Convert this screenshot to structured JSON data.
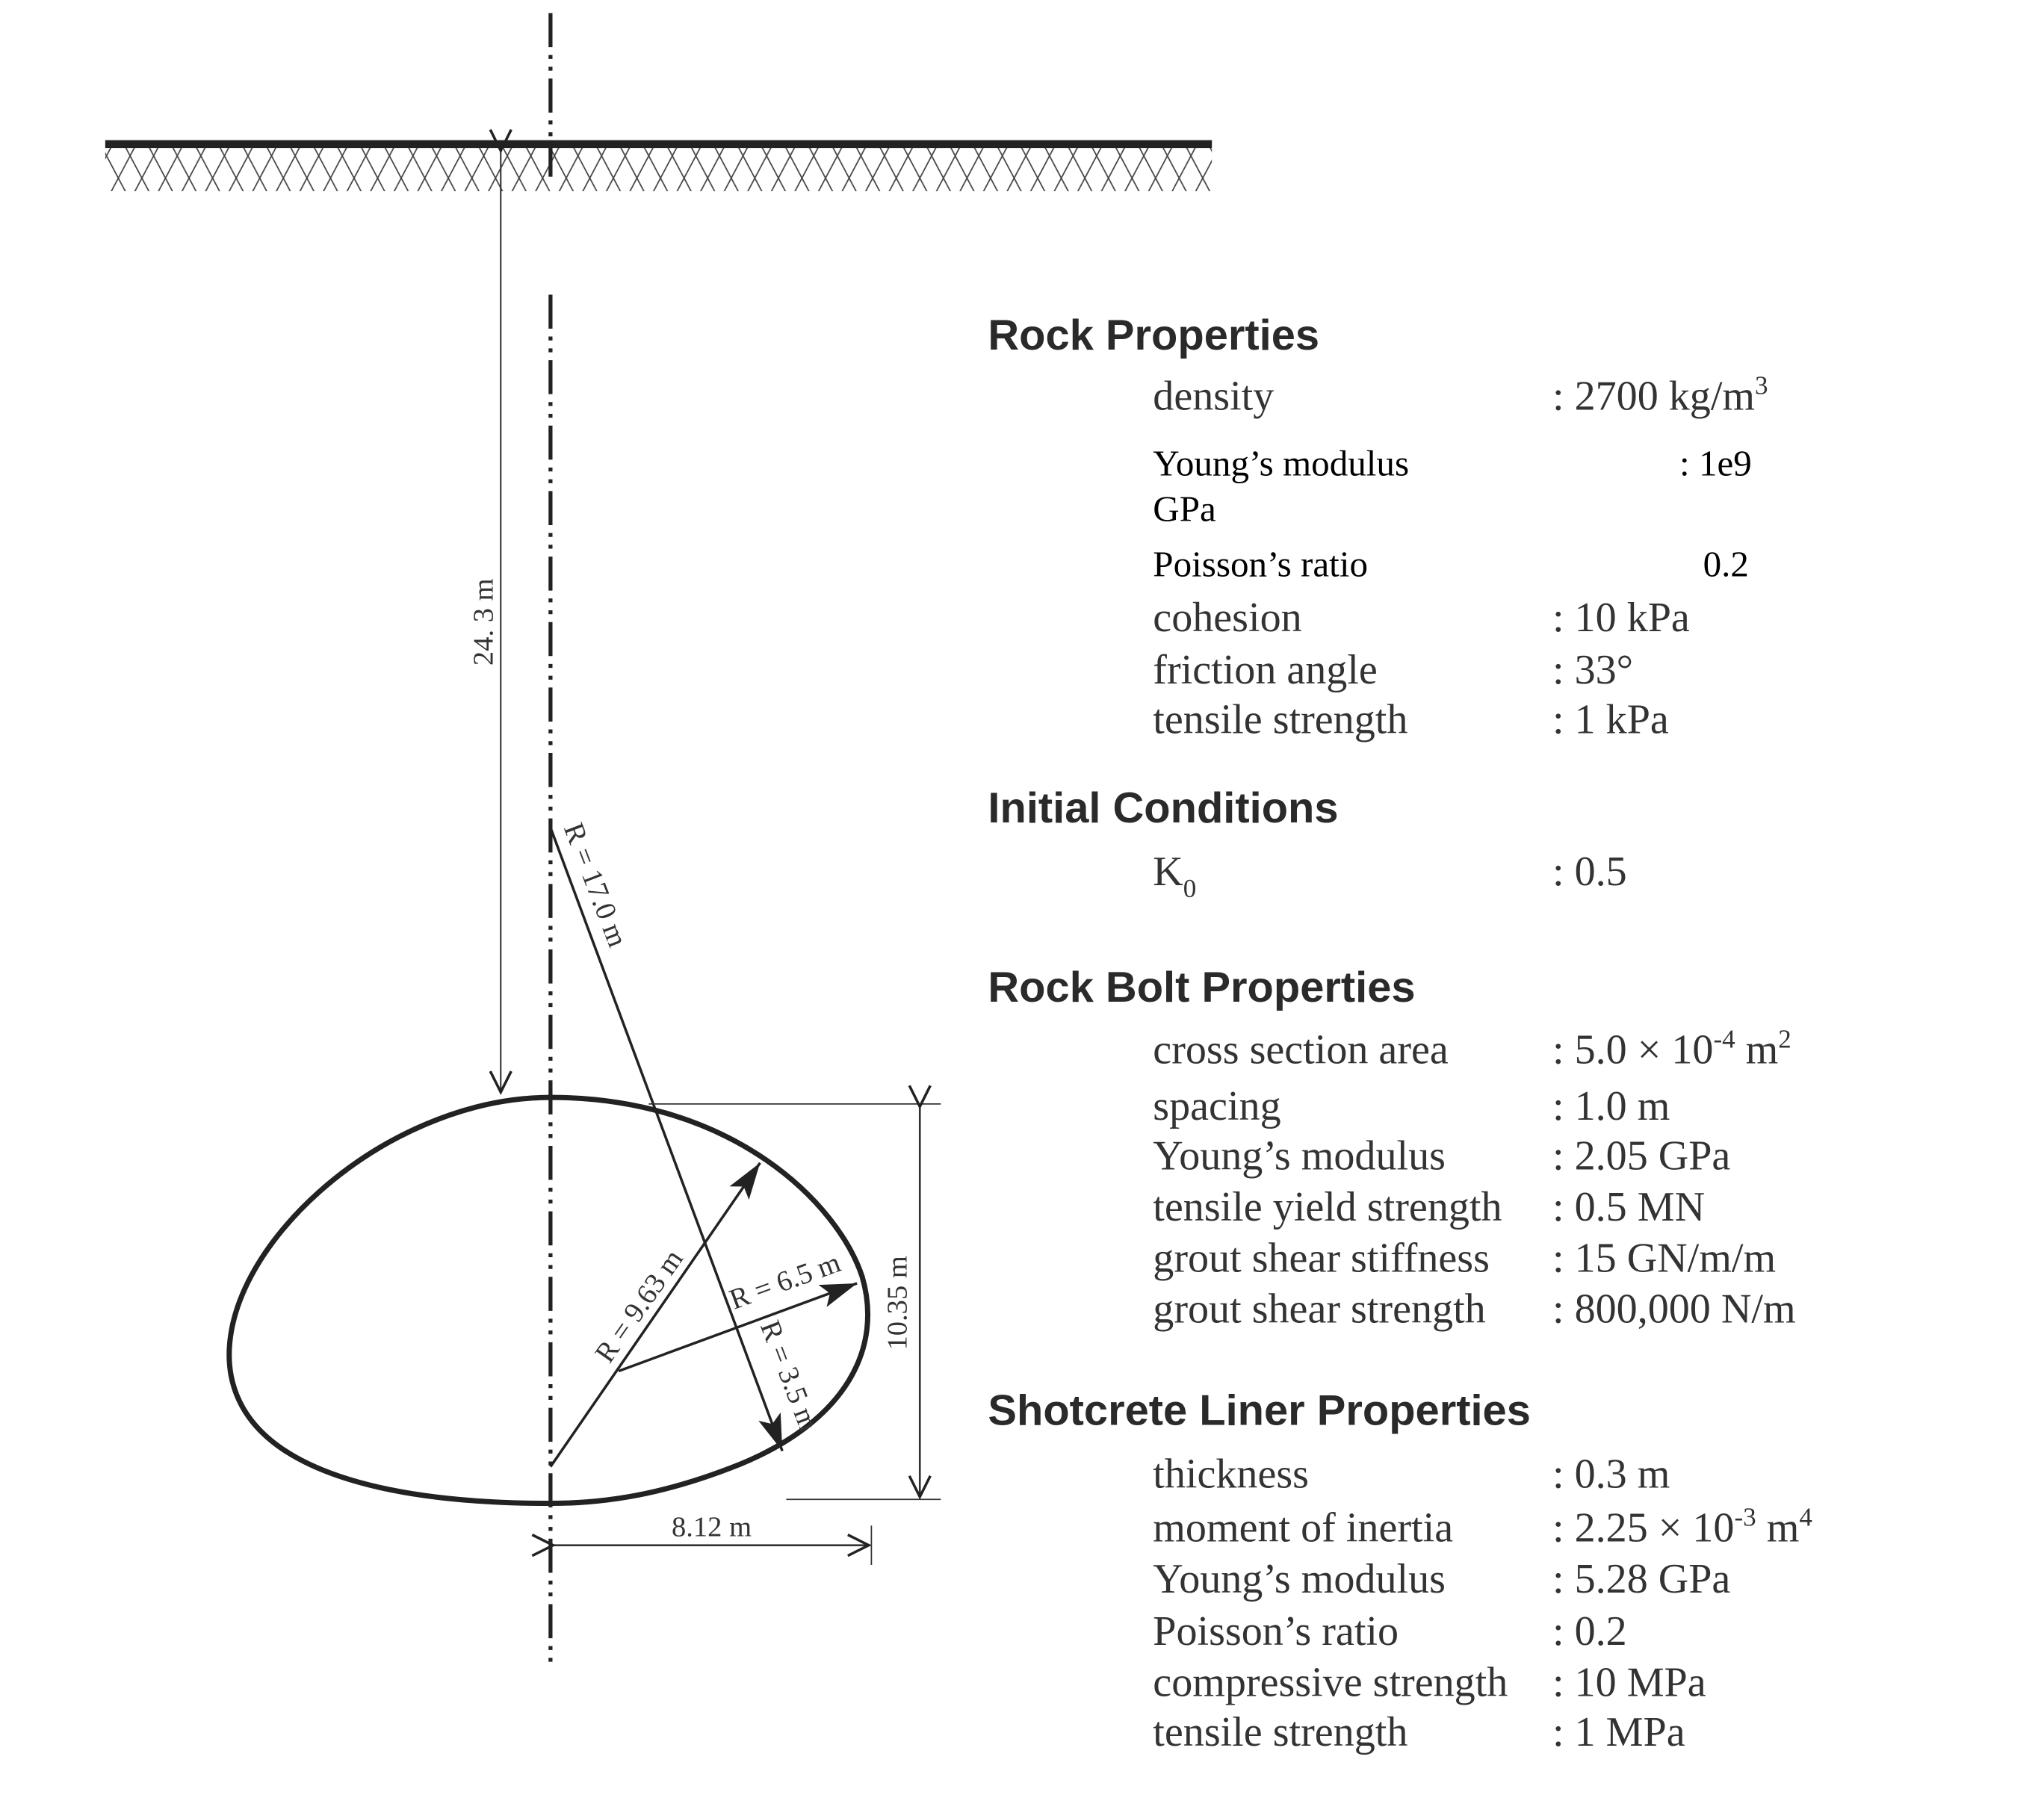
{
  "diagram": {
    "depth_label": "24. 3 m",
    "r1_label": "R = 17.0 m",
    "r2_label": "R = 9.63 m",
    "r3_label": "R = 6.5 m",
    "r4_label": "R = 3.5 m",
    "height_label": "10.35 m",
    "halfwidth_label": "8.12 m"
  },
  "rock": {
    "title": "Rock Properties",
    "density_label": "density",
    "density_value": ": 2700 kg/m",
    "density_sup": "3",
    "young_label": "Young’s modulus",
    "young_value": ": 1e9",
    "young_unit": "GPa",
    "poisson_label": "Poisson’s ratio",
    "poisson_value": "0.2",
    "cohesion_label": "cohesion",
    "cohesion_value": ": 10 kPa",
    "friction_label": "friction angle",
    "friction_value": ": 33°",
    "tensile_label": "tensile strength",
    "tensile_value": ": 1 kPa"
  },
  "initial": {
    "title": "Initial Conditions",
    "k0_label": "K",
    "k0_sub": "0",
    "k0_value": ": 0.5"
  },
  "bolt": {
    "title": "Rock Bolt Properties",
    "area_label": "cross section area",
    "area_value": ": 5.0 × 10",
    "area_exp": "-4",
    "area_unit": " m",
    "area_sup": "2",
    "spacing_label": "spacing",
    "spacing_value": ": 1.0 m",
    "young_label": "Young’s modulus",
    "young_value": ": 2.05 GPa",
    "yield_label": "tensile yield strength",
    "yield_value": ": 0.5 MN",
    "stiff_label": "grout shear stiffness",
    "stiff_value": ": 15 GN/m/m",
    "gstrength_label": "grout shear strength",
    "gstrength_value": ": 800,000 N/m"
  },
  "liner": {
    "title": "Shotcrete Liner Properties",
    "thickness_label": "thickness",
    "thickness_value": ": 0.3 m",
    "inertia_label": "moment of inertia",
    "inertia_value": ": 2.25 × 10",
    "inertia_exp": "-3",
    "inertia_unit": " m",
    "inertia_sup": "4",
    "young_label": "Young’s modulus",
    "young_value": ": 5.28 GPa",
    "poisson_label": "Poisson’s ratio",
    "poisson_value": ": 0.2",
    "comp_label": "compressive strength",
    "comp_value": ": 10 MPa",
    "tensile_label": "tensile strength",
    "tensile_value": ": 1 MPa"
  }
}
